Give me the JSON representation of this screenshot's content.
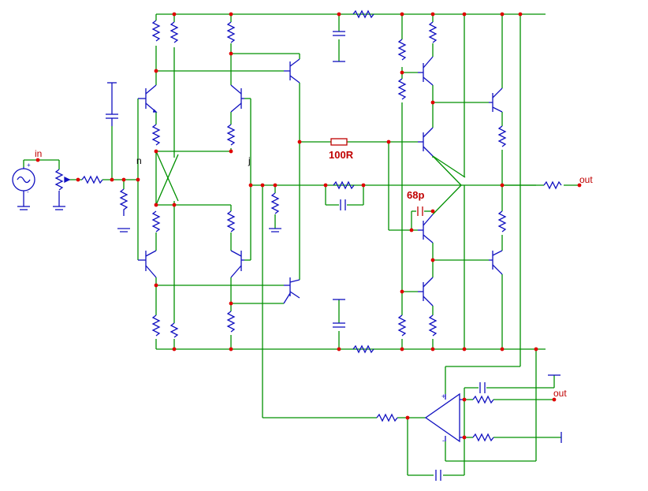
{
  "labels": {
    "in": "in",
    "n": "n",
    "j": "j",
    "out_main": "out",
    "out_servo": "out",
    "r_100": "100R",
    "c_68p": "68p",
    "plus": "+",
    "minus": "-"
  },
  "colors": {
    "wire": "#009000",
    "component": "#1010c0",
    "node": "#e00000",
    "label_red": "#c00000",
    "background": "#ffffff"
  }
}
